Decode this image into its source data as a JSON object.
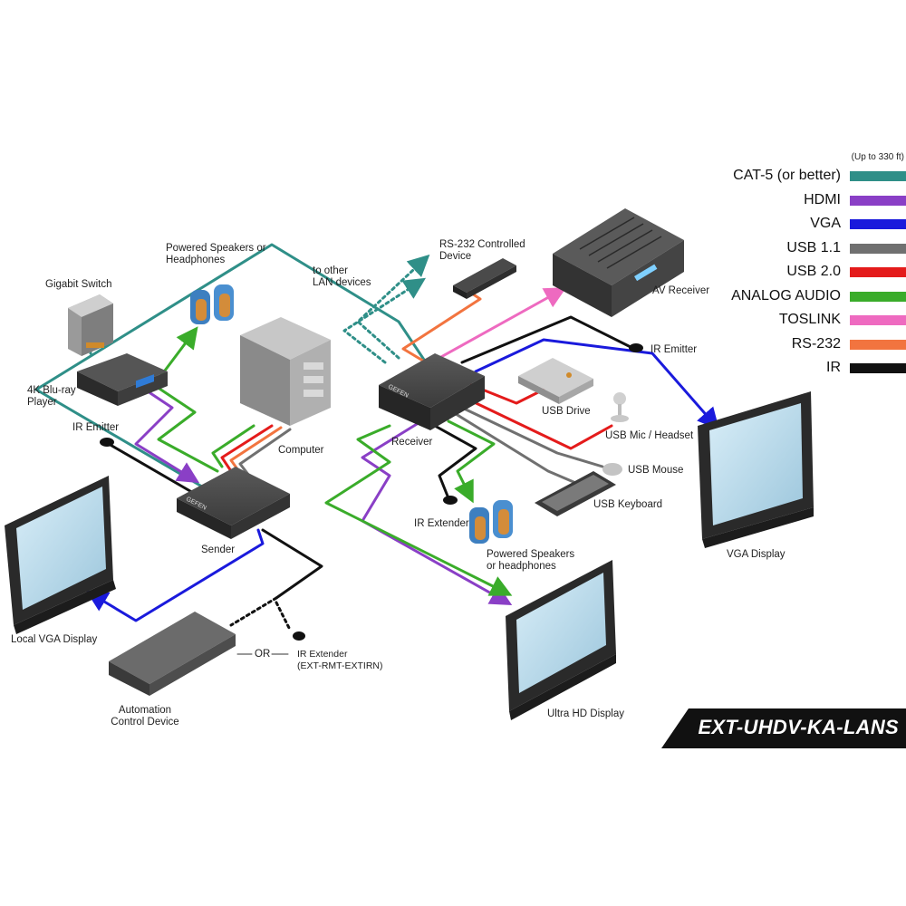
{
  "model_name": "EXT-UHDV-KA-LANS",
  "brand_mark": "GEFEN",
  "legend": {
    "note": "(Up to 330 ft)",
    "items": [
      {
        "label": "CAT-5 (or better)",
        "color": "#2f8f88"
      },
      {
        "label": "HDMI",
        "color": "#8a3fc6"
      },
      {
        "label": "VGA",
        "color": "#1a1adc"
      },
      {
        "label": "USB 1.1",
        "color": "#707070"
      },
      {
        "label": "USB 2.0",
        "color": "#e41b1b"
      },
      {
        "label": "ANALOG AUDIO",
        "color": "#3aac2a"
      },
      {
        "label": "TOSLINK",
        "color": "#ee6ac0"
      },
      {
        "label": "RS-232",
        "color": "#f2743f"
      },
      {
        "label": "IR",
        "color": "#111111"
      }
    ]
  },
  "labels": {
    "powered_speakers_top": "Powered Speakers or\nHeadphones",
    "gigabit_switch": "Gigabit Switch",
    "bluray": "4K Blu-ray\nPlayer",
    "ir_emitter_left": "IR Emitter",
    "computer": "Computer",
    "sender": "Sender",
    "local_vga": "Local VGA Display",
    "or": "OR",
    "ir_extender_rmt": "IR Extender\n(EXT-RMT-EXTIRN)",
    "automation": "Automation\nControl Device",
    "to_other_lan": "to other\nLAN devices",
    "rs232_device": "RS-232 Controlled\nDevice",
    "av_receiver": "AV Receiver",
    "ir_emitter_right": "IR Emitter",
    "receiver": "Receiver",
    "usb_drive": "USB Drive",
    "usb_mic": "USB Mic / Headset",
    "usb_mouse": "USB Mouse",
    "usb_keyboard": "USB Keyboard",
    "ir_extender": "IR Extender",
    "powered_speakers_bottom": "Powered Speakers\nor headphones",
    "vga_display": "VGA Display",
    "uhd_display": "Ultra HD Display"
  }
}
